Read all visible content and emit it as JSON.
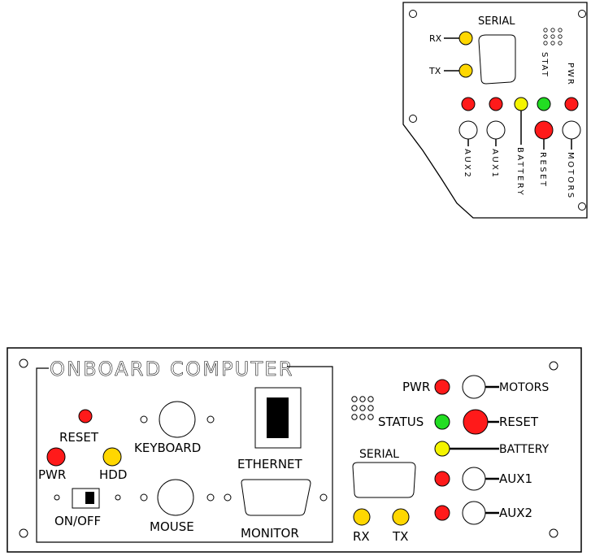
{
  "colors": {
    "red_led": "#ff1a1a",
    "yellow_led": "#ffd700",
    "lime_led": "#f4f400",
    "green_led": "#22dd22",
    "panel_stroke": "#000000",
    "background": "#ffffff"
  },
  "top_panel": {
    "serial": "SERIAL",
    "rx": "RX",
    "tx": "TX",
    "stat": "STAT",
    "pwr": "PWR",
    "aux2": "AUX2",
    "aux1": "AUX1",
    "battery": "BATTERY",
    "reset": "RESET",
    "motors": "MOTORS"
  },
  "bottom_panel": {
    "title": "ONBOARD COMPUTER",
    "reset": "RESET",
    "pwr": "PWR",
    "hdd": "HDD",
    "on_off": "ON/OFF",
    "keyboard": "KEYBOARD",
    "mouse": "MOUSE",
    "ethernet": "ETHERNET",
    "monitor": "MONITOR",
    "right": {
      "pwr": "PWR",
      "motors": "MOTORS",
      "status": "STATUS",
      "reset": "RESET",
      "battery": "BATTERY",
      "serial": "SERIAL",
      "aux1": "AUX1",
      "aux2": "AUX2",
      "rx": "RX",
      "tx": "TX"
    }
  }
}
